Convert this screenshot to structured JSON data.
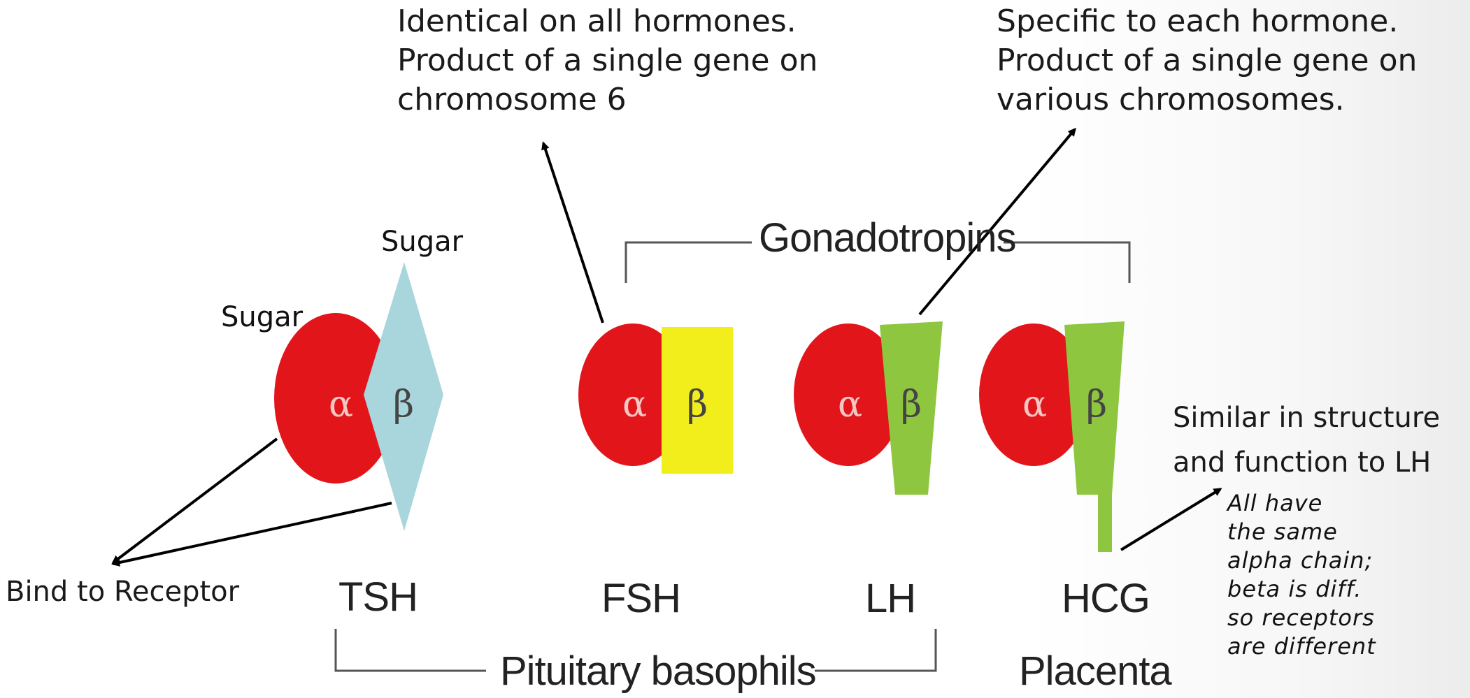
{
  "annotations": {
    "alpha_note": [
      "Identical on all hormones.",
      "Product of a single gene on",
      "chromosome 6"
    ],
    "beta_note": [
      "Specific to each hormone.",
      "Product of a single gene on",
      "various chromosomes."
    ],
    "hcg_note": [
      "Similar in structure",
      "and function to LH"
    ],
    "handwritten": [
      "All have",
      "the same",
      "alpha chain;",
      "beta is diff.",
      "so receptors",
      "are different"
    ],
    "receptor": "Bind to Receptor",
    "sugar_top": "Sugar",
    "sugar_left": "Sugar"
  },
  "groups": {
    "gonadotropins": "Gonadotropins",
    "pituitary": "Pituitary basophils",
    "placenta": "Placenta"
  },
  "hormones": [
    {
      "name": "TSH",
      "alpha": "α",
      "beta": "β",
      "beta_color": "#a9d6dd"
    },
    {
      "name": "FSH",
      "alpha": "α",
      "beta": "β",
      "beta_color": "#f2ee1c"
    },
    {
      "name": "LH",
      "alpha": "α",
      "beta": "β",
      "beta_color": "#8fc63f"
    },
    {
      "name": "HCG",
      "alpha": "α",
      "beta": "β",
      "beta_color": "#8fc63f"
    }
  ],
  "colors": {
    "alpha": "#e2151b",
    "line": "#555555",
    "arrow": "#000000"
  }
}
